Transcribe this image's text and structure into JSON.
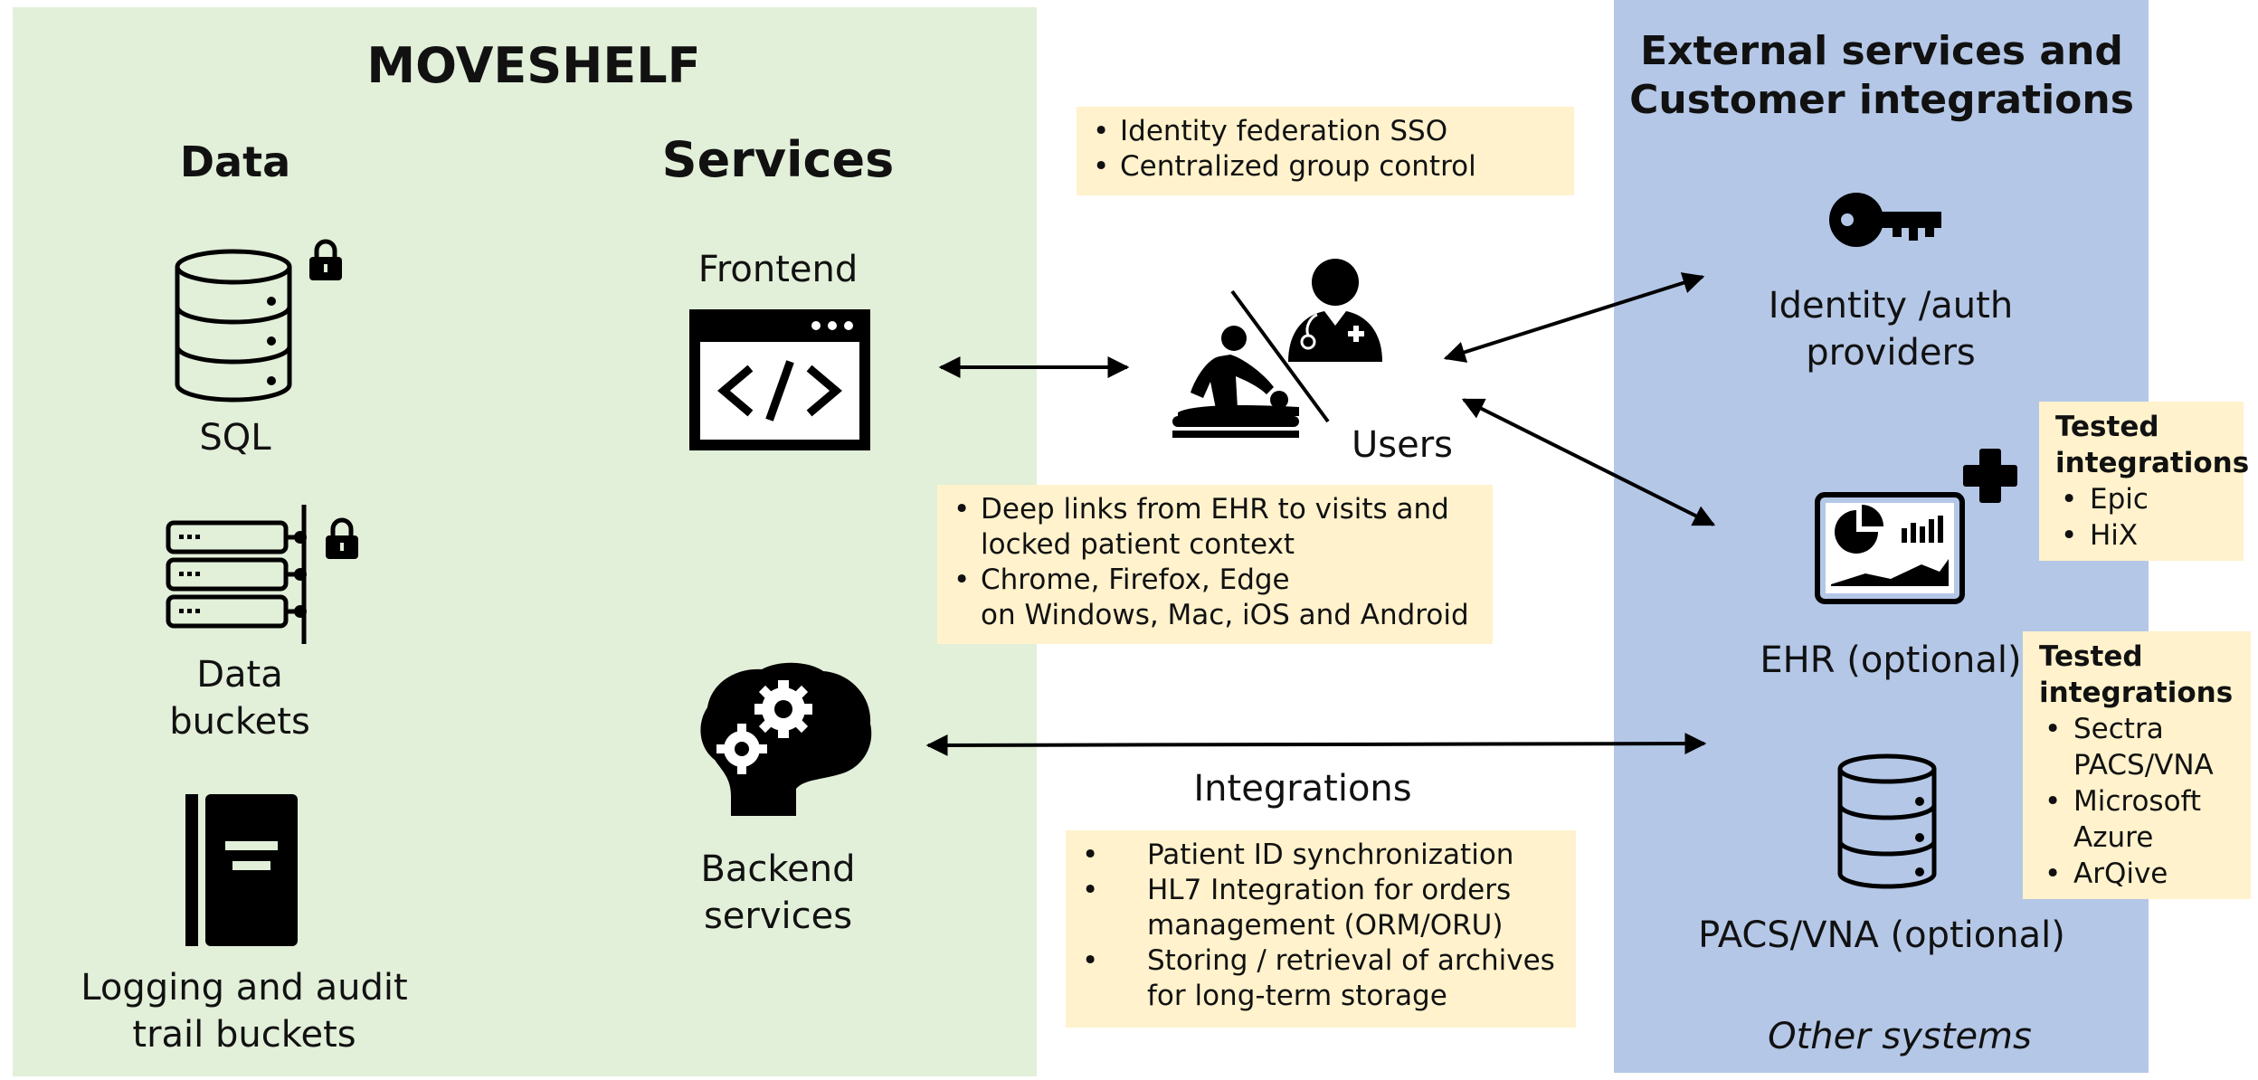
{
  "moveshelf": {
    "title": "MOVESHELF",
    "data_heading": "Data",
    "services_heading": "Services",
    "sql_label": "SQL",
    "buckets_label_1": "Data",
    "buckets_label_2": "buckets",
    "logging_label_1": "Logging and audit",
    "logging_label_2": "trail buckets",
    "frontend_label": "Frontend",
    "backend_label_1": "Backend",
    "backend_label_2": "services"
  },
  "users": {
    "label": "Users",
    "sso_notes": [
      "Identity federation SSO",
      "Centralized group control"
    ],
    "link_notes": [
      "Deep links from EHR to visits and locked patient context",
      "Chrome, Firefox, Edge on Windows, Mac, iOS and Android"
    ],
    "link_note_lines": {
      "a1": "Deep links from EHR to visits and",
      "a2": "locked patient context",
      "b1": "Chrome, Firefox, Edge",
      "b2": "on Windows, Mac, iOS and Android"
    }
  },
  "integrations": {
    "label": "Integrations",
    "lines": {
      "a1": "Patient ID synchronization",
      "b1": "HL7 Integration for orders",
      "b2": "management (ORM/ORU)",
      "c1": "Storing / retrieval of archives",
      "c2": "for long-term storage"
    }
  },
  "external": {
    "title_1": "External services and",
    "title_2": "Customer integrations",
    "identity_label_1": "Identity /auth",
    "identity_label_2": "providers",
    "ehr_label": "EHR (optional)",
    "pacs_label": "PACS/VNA (optional)",
    "other_label": "Other systems",
    "ehr_tested": {
      "title_1": "Tested",
      "title_2": "integrations",
      "items": [
        "Epic",
        "HiX"
      ]
    },
    "pacs_tested": {
      "title_1": "Tested",
      "title_2": "integrations",
      "lines": {
        "a1": "Sectra",
        "a2": "PACS/VNA",
        "b1": "Microsoft",
        "b2": "Azure",
        "c1": "ArQive"
      }
    }
  },
  "colors": {
    "moveshelf_panel": "#e2efd9",
    "external_panel": "#b4c7e7",
    "note_box": "#fff2cc",
    "icon": "#000000"
  },
  "icons": [
    "lock-icon",
    "database-icon",
    "server-rack-icon",
    "book-icon",
    "code-window-icon",
    "brain-gears-icon",
    "physiotherapist-icon",
    "doctor-icon",
    "key-icon",
    "medical-cross-icon",
    "dashboard-icon"
  ]
}
